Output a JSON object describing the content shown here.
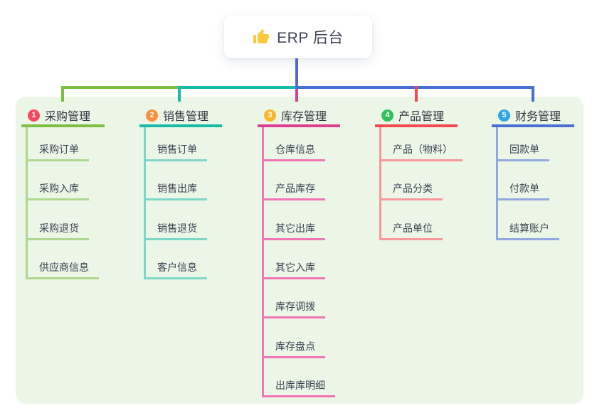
{
  "root": {
    "title": "ERP 后台",
    "icon": "thumbs-up-icon",
    "icon_color": "#FFC83D"
  },
  "colors": {
    "panel_background": "#ECF6E6",
    "page_background": "#FFFFFF",
    "root_connector": "#5566DC",
    "trunk_right": "#4A6FD4",
    "root_text": "#3E4456"
  },
  "branches": [
    {
      "badge": "1",
      "title": "采购管理",
      "badge_color": "#F5495F",
      "line_color": "#7CBE41",
      "child_line_color": "#ACD88F",
      "children": [
        "采购订单",
        "采购入库",
        "采购退货",
        "供应商信息"
      ]
    },
    {
      "badge": "2",
      "title": "销售管理",
      "badge_color": "#F9913B",
      "line_color": "#16BCA8",
      "child_line_color": "#7DD7C8",
      "children": [
        "销售订单",
        "销售出库",
        "销售退货",
        "客户信息"
      ]
    },
    {
      "badge": "3",
      "title": "库存管理",
      "badge_color": "#F8B62D",
      "line_color": "#E03C93",
      "child_line_color": "#F075B4",
      "children": [
        "仓库信息",
        "产品库存",
        "其它出库",
        "其它入库",
        "库存调拨",
        "库存盘点",
        "出库库明细"
      ]
    },
    {
      "badge": "4",
      "title": "产品管理",
      "badge_color": "#2EC15E",
      "line_color": "#F5494E",
      "child_line_color": "#F8989B",
      "children": [
        "产品（物料）",
        "产品分类",
        "产品单位"
      ]
    },
    {
      "badge": "5",
      "title": "财务管理",
      "badge_color": "#2FA8E1",
      "line_color": "#4A6FD4",
      "child_line_color": "#91A9E2",
      "children": [
        "回款单",
        "付款单",
        "结算账户"
      ]
    }
  ]
}
